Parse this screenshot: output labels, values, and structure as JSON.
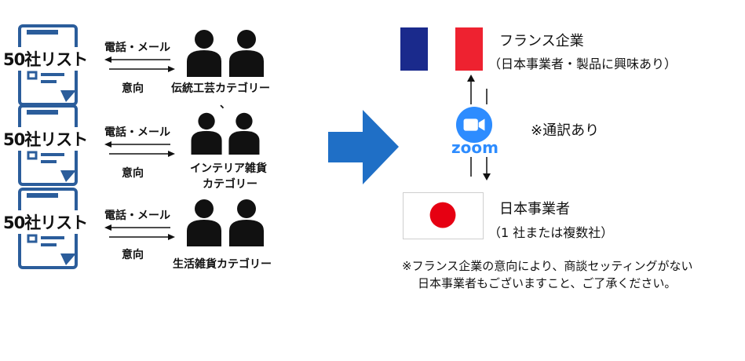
{
  "rows": [
    {
      "list_label": "50社リスト",
      "contact_label": "電話・メール",
      "intent_label": "意向",
      "category_label": "伝統工芸カテゴリー"
    },
    {
      "list_label": "50社リスト",
      "contact_label": "電話・メール",
      "intent_label": "意向",
      "category_label_line1": "インテリア雑貨",
      "category_label_line2": "カテゴリー"
    },
    {
      "list_label": "50社リスト",
      "contact_label": "電話・メール",
      "intent_label": "意向",
      "category_label": "生活雑貨カテゴリー"
    }
  ],
  "stray_mark": "、",
  "france": {
    "title": "フランス企業",
    "subtitle": "（日本事業者・製品に興味あり）",
    "flag_colors": [
      "#1a2a8c",
      "#ffffff",
      "#ee2230"
    ]
  },
  "zoom": {
    "logo_text": "zoom",
    "brand_color": "#2d8cff",
    "icon_name": "zoom-video-camera-icon"
  },
  "interpretation_note": "※通訳あり",
  "japan": {
    "title": "日本事業者",
    "subtitle": "（1 社または複数社）",
    "flag_colors": [
      "#ffffff",
      "#e60012"
    ]
  },
  "footnote": {
    "line1": "※フランス企業の意向により、商談セッティングがない",
    "line2": "日本事業者もございますこと、ご了承ください。"
  },
  "colors": {
    "doc_blue": "#2b5d9b",
    "big_arrow": "#1f6fc6",
    "text": "#111111"
  }
}
